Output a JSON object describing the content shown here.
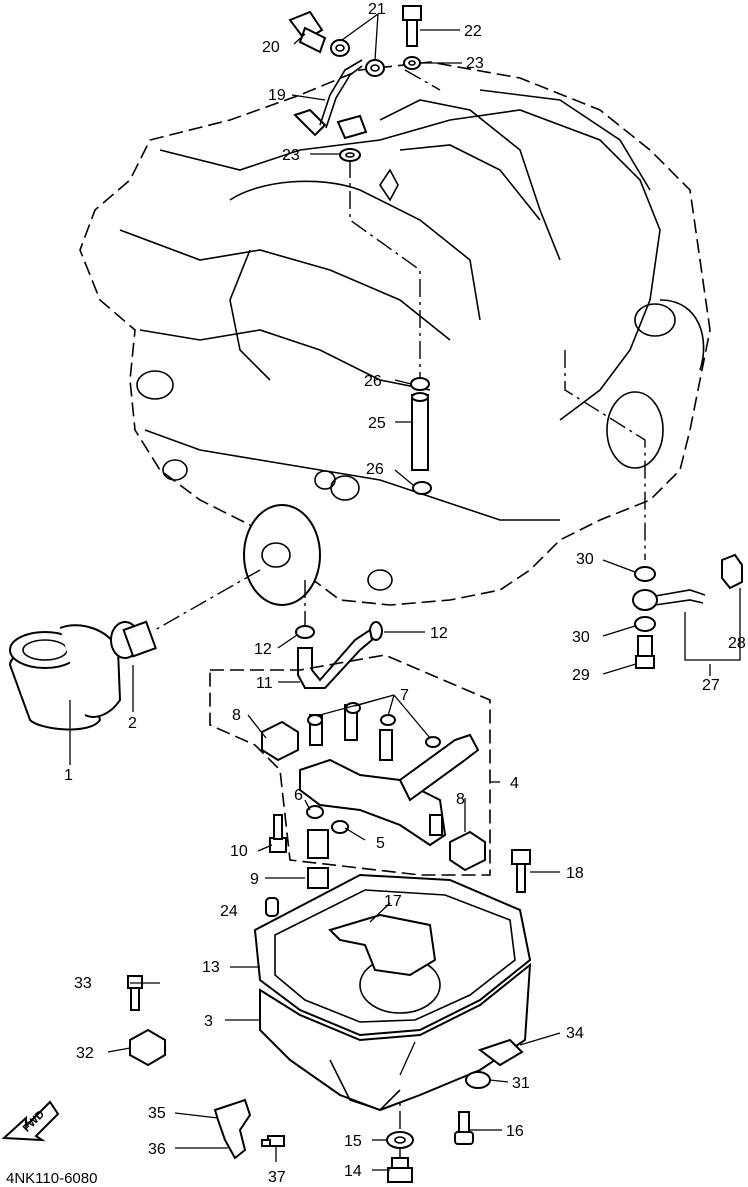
{
  "diagram_code": "4NK110-6080",
  "fwd_label": "FWD",
  "callouts": [
    "1",
    "2",
    "3",
    "4",
    "5",
    "6",
    "7",
    "8",
    "8",
    "9",
    "10",
    "11",
    "12",
    "12",
    "13",
    "14",
    "15",
    "16",
    "17",
    "18",
    "19",
    "20",
    "21",
    "22",
    "23",
    "23",
    "24",
    "25",
    "26",
    "26",
    "27",
    "28",
    "29",
    "30",
    "30",
    "31",
    "32",
    "33",
    "34",
    "35",
    "36",
    "37"
  ]
}
